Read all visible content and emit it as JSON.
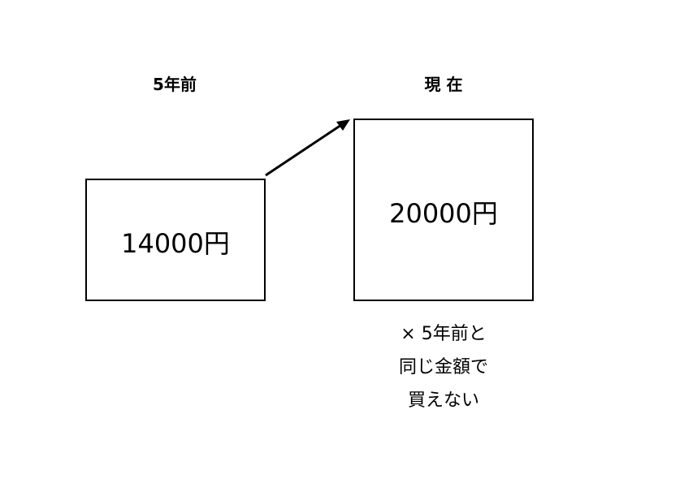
{
  "before": {
    "heading": "5年前",
    "amount": "14000円"
  },
  "now": {
    "heading": "現 在",
    "amount": "20000円"
  },
  "note": {
    "lines": [
      "× 5年前と",
      "同じ金額で",
      "買えない"
    ]
  }
}
